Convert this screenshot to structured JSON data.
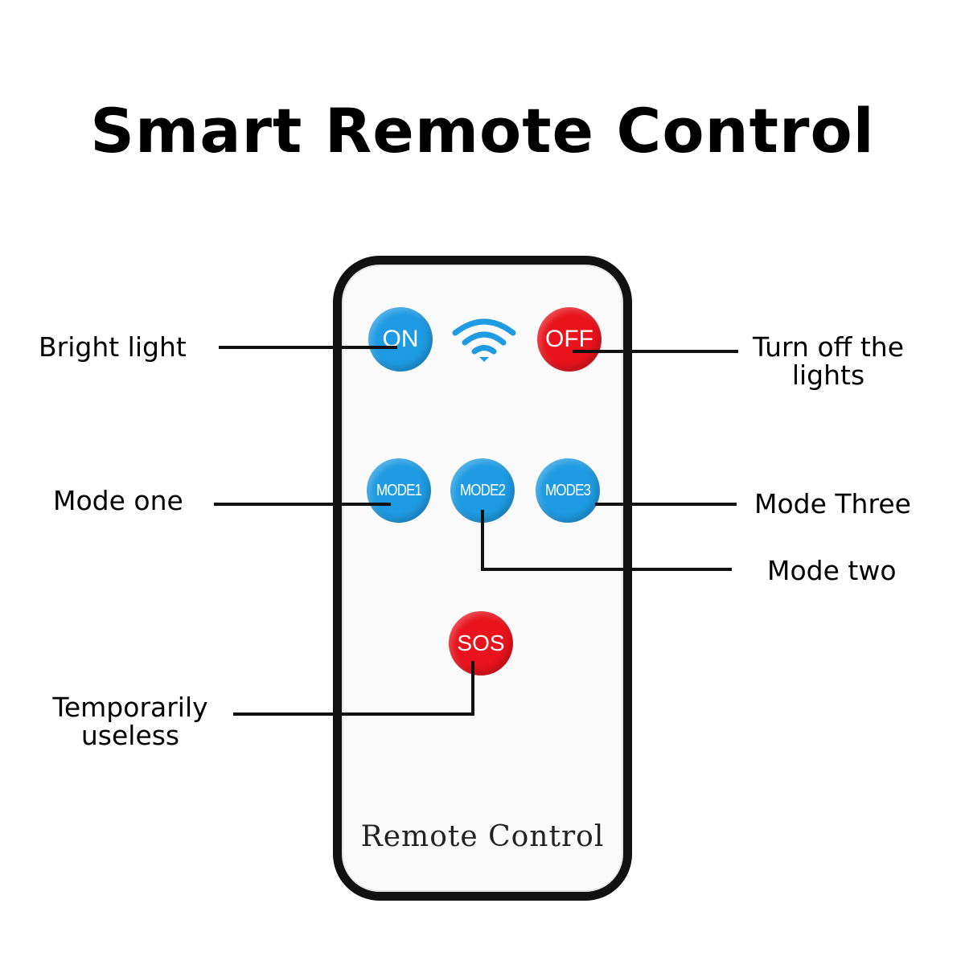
{
  "title": "Smart Remote Control",
  "remote": {
    "brand_text": "Remote Control",
    "buttons": {
      "on": "ON",
      "off": "OFF",
      "mode1": "MODE1",
      "mode2": "MODE2",
      "mode3": "MODE3",
      "sos": "SOS"
    }
  },
  "labels": {
    "on": "Bright light",
    "off_line1": "Turn off the",
    "off_line2": "lights",
    "mode1": "Mode one",
    "mode2": "Mode two",
    "mode3": "Mode Three",
    "sos_line1": "Temporarily",
    "sos_line2": "useless"
  },
  "colors": {
    "blue_button": "#1e9be2",
    "red_button": "#e8131c",
    "remote_border": "#111111",
    "wifi_icon": "#1e9be2"
  }
}
